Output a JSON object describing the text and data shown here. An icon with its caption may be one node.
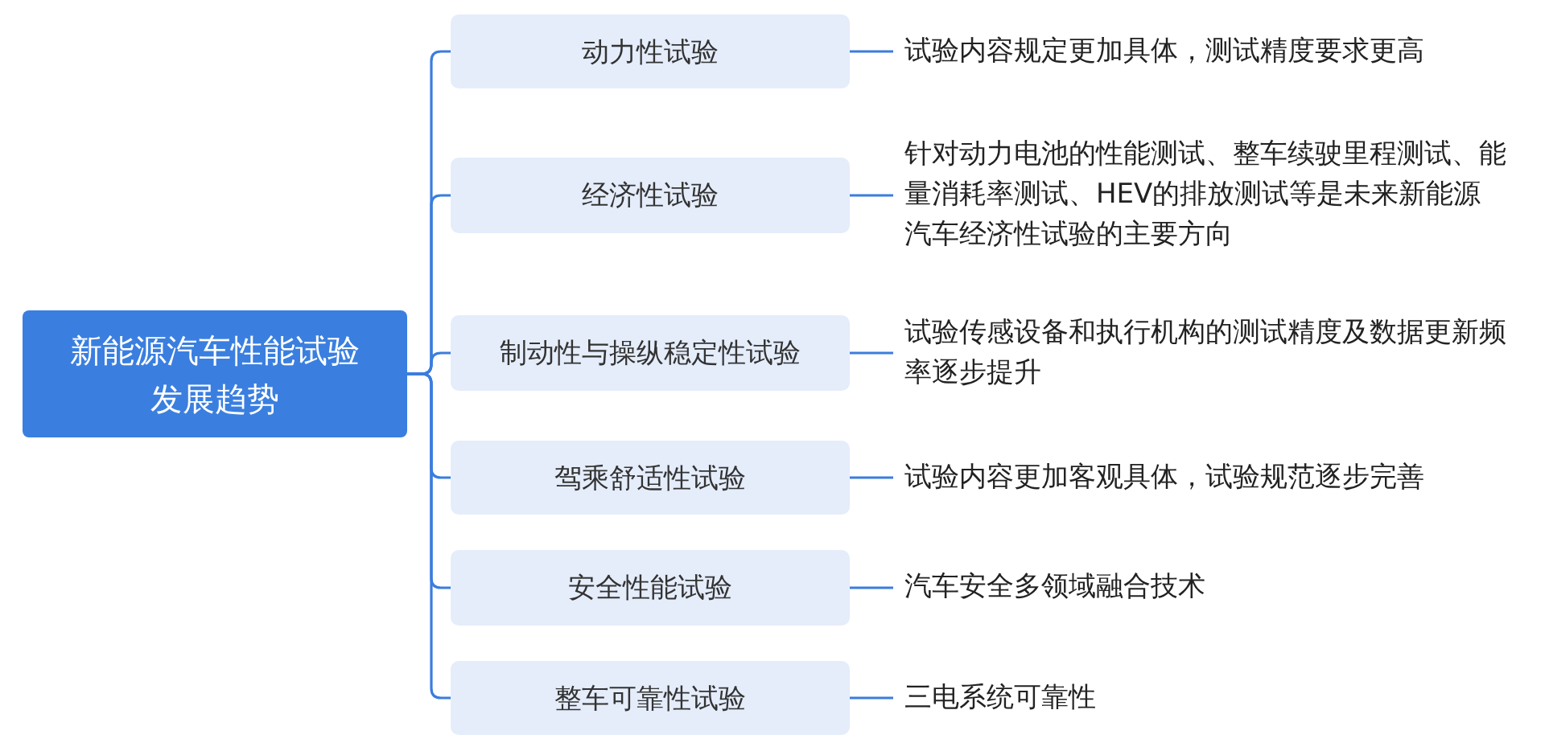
{
  "diagram": {
    "nodes": [
      {
        "text": [
          "新能源汽车性能试验发展趋势"
        ]
      },
      {
        "text": [
          "动力性试验"
        ]
      },
      {
        "text": [
          "经济性试验"
        ]
      },
      {
        "text": [
          "制动性与操纵稳定性试验"
        ]
      },
      {
        "text": [
          "驾乘舒适性试验"
        ]
      },
      {
        "text": [
          "安全性能试验"
        ]
      },
      {
        "text": [
          "整车可靠性试验"
        ]
      },
      {
        "text": [
          "试验内容规定更加具体，测试精度要求更高"
        ]
      },
      {
        "text": [
          "针对动力电池的性能测试、整车续驶里程测试、能量消耗率测试、HEV的排放测试等是未来新能源汽车经济性试验的主要方向"
        ]
      },
      {
        "text": [
          "试验传感设备和执行机构的测试精度及数据更新频率逐步提升"
        ]
      },
      {
        "text": [
          "试验内容更加客观具体，试验规范逐步完善"
        ]
      },
      {
        "text": [
          "汽车安全多领域融合技术"
        ]
      },
      {
        "text": [
          "三电系统可靠性"
        ]
      }
    ],
    "edges": [
      {
        "from": 0,
        "to": 1,
        "arrow": "none"
      },
      {
        "from": 0,
        "to": 2,
        "arrow": "none"
      },
      {
        "from": 0,
        "to": 3,
        "arrow": "none"
      },
      {
        "from": 0,
        "to": 4,
        "arrow": "none"
      },
      {
        "from": 0,
        "to": 5,
        "arrow": "none"
      },
      {
        "from": 0,
        "to": 6,
        "arrow": "none"
      },
      {
        "from": 1,
        "to": 7,
        "arrow": "none"
      },
      {
        "from": 2,
        "to": 8,
        "arrow": "none"
      },
      {
        "from": 3,
        "to": 9,
        "arrow": "none"
      },
      {
        "from": 4,
        "to": 10,
        "arrow": "none"
      },
      {
        "from": 5,
        "to": 11,
        "arrow": "none"
      },
      {
        "from": 6,
        "to": 12,
        "arrow": "none"
      }
    ]
  }
}
